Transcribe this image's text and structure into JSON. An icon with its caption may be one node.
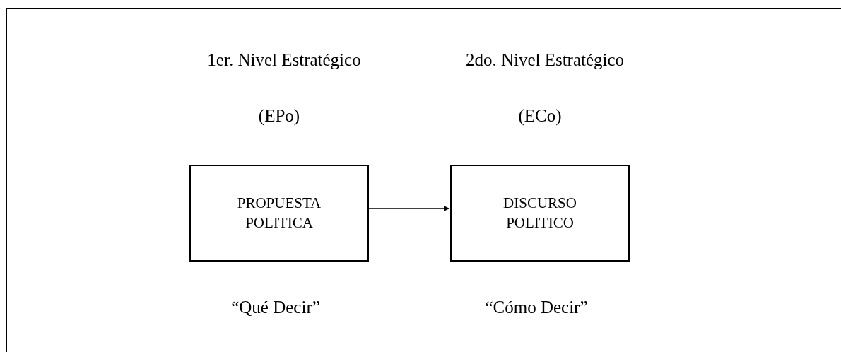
{
  "diagram": {
    "nodes": [
      {
        "text": [
          "PROPUESTA POLITICA"
        ],
        "beside": [
          "1er. Nivel Estratégico",
          "(EPo)",
          "“Qué Decir”"
        ]
      },
      {
        "text": [
          "DISCURSO POLITICO"
        ],
        "beside": [
          "2do. Nivel Estratégico",
          "(ECo)",
          "“Cómo Decir”"
        ]
      }
    ],
    "edges": [
      {
        "from": 0,
        "to": 1,
        "arrow": "to"
      }
    ]
  }
}
